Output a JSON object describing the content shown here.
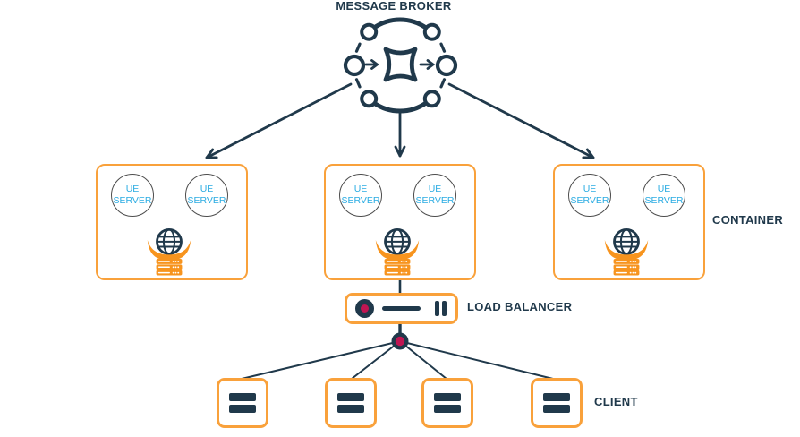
{
  "diagram": {
    "title": "MESSAGE BROKER",
    "containers": {
      "label": "CONTAINER",
      "items": [
        {
          "servers": [
            "UE SERVER",
            "UE SERVER"
          ]
        },
        {
          "servers": [
            "UE SERVER",
            "UE SERVER"
          ]
        },
        {
          "servers": [
            "UE SERVER",
            "UE SERVER"
          ]
        }
      ]
    },
    "load_balancer": {
      "label": "LOAD BALANCER"
    },
    "clients": {
      "label": "CLIENT",
      "count": 4
    },
    "icons": {
      "broker": "message-broker-icon",
      "server": "web-server-icon",
      "load_balancer": "load-balancer-icon",
      "client": "client-icon",
      "junction": "junction-dot"
    },
    "colors": {
      "navy": "#20394B",
      "orange": "#F9A13B",
      "icon_orange": "#F7941E",
      "blue": "#29ABE2",
      "crimson": "#C01552",
      "circle_stroke": "#4D4D4D"
    }
  }
}
